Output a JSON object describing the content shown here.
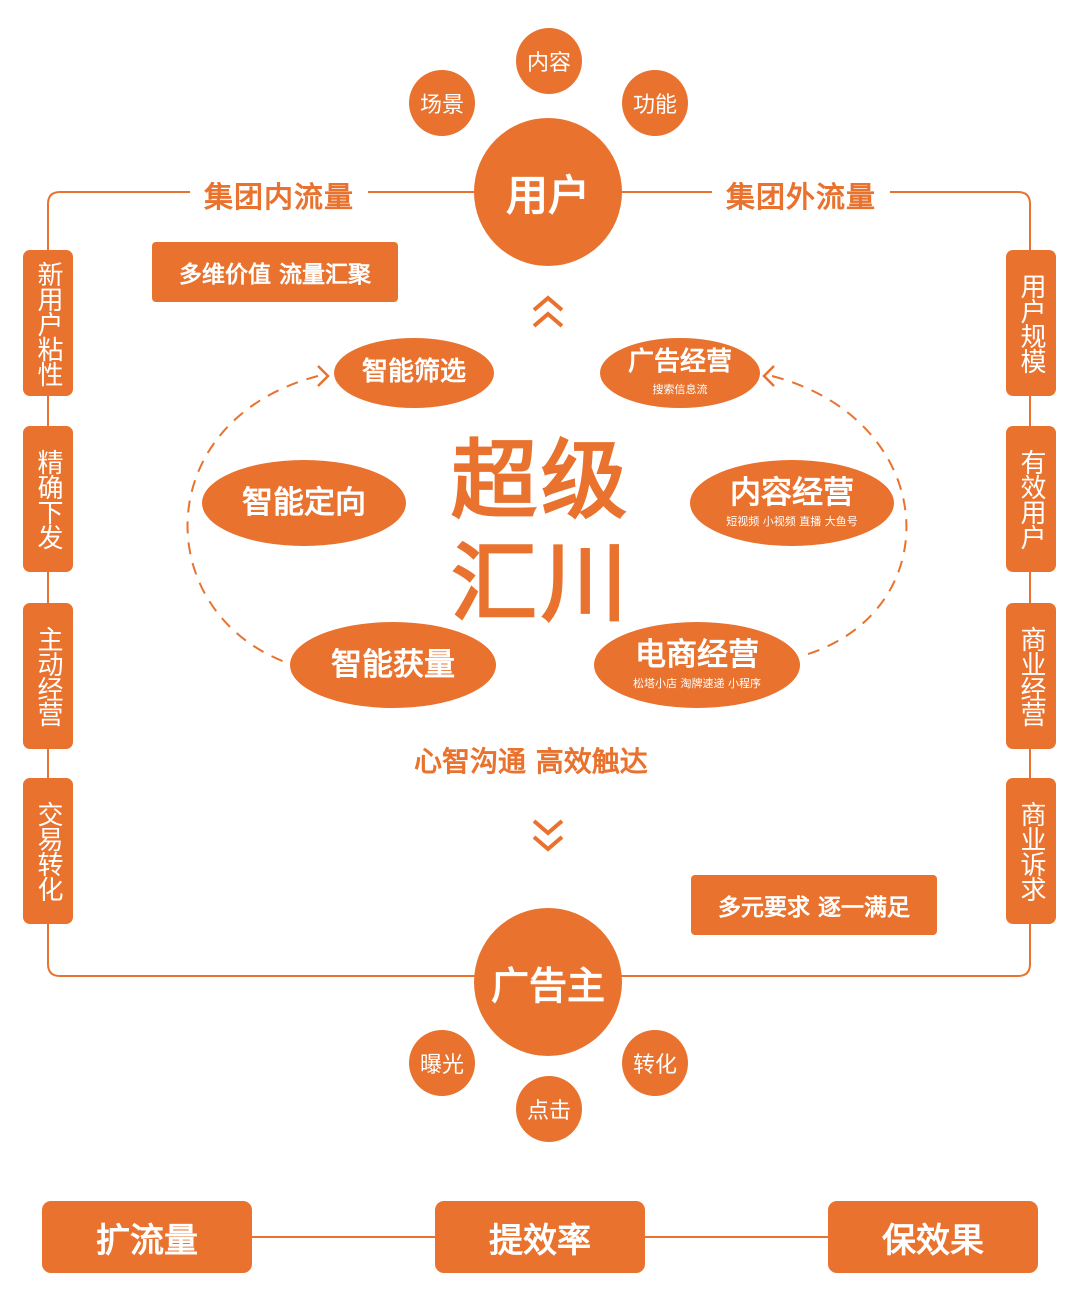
{
  "colors": {
    "accent": "#e8722e",
    "background": "#ffffff"
  },
  "top": {
    "center": "用户",
    "satellites": [
      "场景",
      "内容",
      "功能"
    ]
  },
  "bottom": {
    "center": "广告主",
    "satellites": [
      "曝光",
      "点击",
      "转化"
    ]
  },
  "frame_labels": {
    "left": "集团内流量",
    "right": "集团外流量"
  },
  "tags": {
    "top_left": "多维价值 流量汇聚",
    "bottom_right": "多元要求 逐一满足"
  },
  "left_tabs": [
    "新用户粘性",
    "精确下发",
    "主动经营",
    "交易转化"
  ],
  "right_tabs": [
    "用户规模",
    "有效用户",
    "商业经营",
    "商业诉求"
  ],
  "center_title": [
    "超级",
    "汇川"
  ],
  "ellipses": {
    "screening": {
      "label": "智能筛选"
    },
    "targeting": {
      "label": "智能定向"
    },
    "acquisition": {
      "label": "智能获量"
    },
    "ads": {
      "label": "广告经营",
      "sub": "搜索信息流"
    },
    "content": {
      "label": "内容经营",
      "sub": "短视频  小视频   直播  大鱼号"
    },
    "ecommerce": {
      "label": "电商经营",
      "sub": "松塔小店  淘牌速递  小程序"
    }
  },
  "mid_text": "心智沟通  高效触达",
  "bottom_boxes": [
    "扩流量",
    "提效率",
    "保效果"
  ],
  "icons": {
    "up": "chevron-double-up-icon",
    "down": "chevron-double-down-icon"
  }
}
